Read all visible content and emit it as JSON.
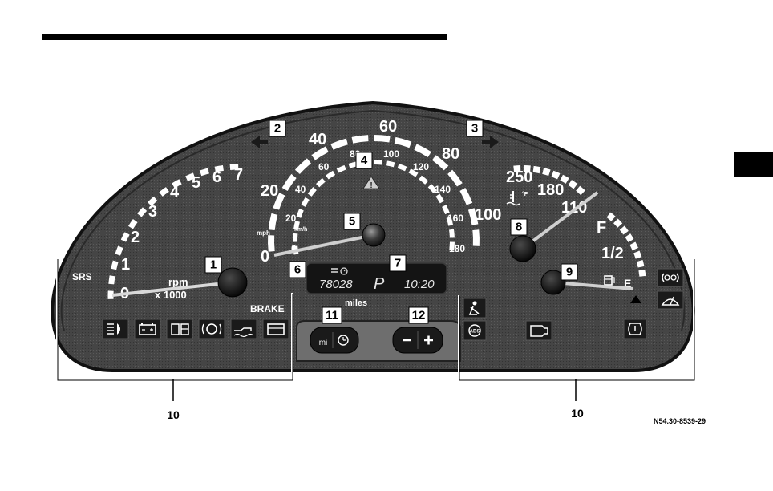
{
  "figure_code": "N54.30-8539-29",
  "group_label": "10",
  "group_label_right": "10",
  "callouts": [
    "1",
    "2",
    "3",
    "4",
    "5",
    "6",
    "7",
    "8",
    "9",
    "11",
    "12"
  ],
  "tachometer": {
    "ticks": [
      "0",
      "1",
      "2",
      "3",
      "4",
      "5",
      "6",
      "7"
    ],
    "unit_line1": "rpm",
    "unit_line2": "x 1000"
  },
  "speedometer": {
    "mph_ticks": [
      "0",
      "20",
      "40",
      "60",
      "80",
      "100"
    ],
    "kmh_ticks": [
      "0",
      "20",
      "40",
      "60",
      "80",
      "100",
      "120",
      "140",
      "160",
      "180"
    ],
    "mph_label": "mph",
    "kmh_label": "km/h"
  },
  "odometer": {
    "mileage": "78028",
    "gear": "P",
    "time": "10:20",
    "unit": "miles"
  },
  "temperature_gauge": {
    "ticks": [
      "250",
      "180",
      "110"
    ]
  },
  "fuel_gauge": {
    "full": "F",
    "half": "1/2"
  },
  "labels": {
    "srs": "SRS",
    "brake": "BRAKE",
    "mi_button": "mi"
  }
}
